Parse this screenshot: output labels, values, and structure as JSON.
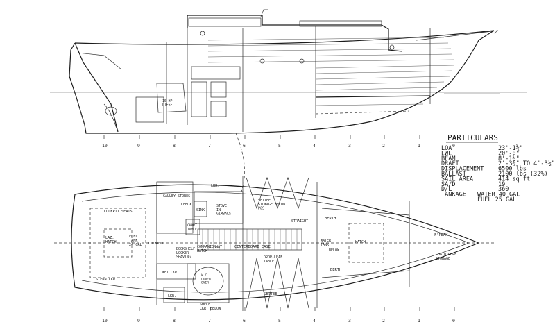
{
  "particulars": {
    "title": "PARTICULARS",
    "rows": [
      {
        "label": "LOA",
        "value": "23'-1½\""
      },
      {
        "label": "LWL",
        "value": "20'-0\""
      },
      {
        "label": "BEAM",
        "value": "8'-1½\""
      },
      {
        "label": "DRAFT",
        "value": "2'-3¾\" TO 4'-3½\""
      },
      {
        "label": "DISPLACEMENT",
        "value": "6500 lbs"
      },
      {
        "label": "BALLAST",
        "value": "2100 lbs (32%)"
      },
      {
        "label": "SAIL AREA",
        "value": "414 sq ft"
      },
      {
        "label": "SA/D",
        "value": "19"
      },
      {
        "label": "D/L",
        "value": "360"
      },
      {
        "label": "TANKAGE",
        "value": "WATER 40 GAL"
      },
      {
        "label": "",
        "value": "FUEL 25 GAL"
      }
    ]
  },
  "profile_labels": {
    "engine": "10 HP\nDIESEL"
  },
  "plan_labels": {
    "cockpit_seats": "COCKPIT SEATS",
    "lazarette_hatch": "LAZ.\nHATCH",
    "fuel_tank": "FUEL\nTANK\n24 GAL",
    "cockpit": "COCKPIT",
    "stern_lkr": "STERN LKR.",
    "galley_stores": "GALLEY STORES",
    "icebox": "ICEBOX",
    "lkr_top": "LKR.",
    "sink": "SINK",
    "stove": "STOVE\nIN\nGIMBALS",
    "settee_top": "SETTEE\nSTOWAGE BELOW\nP&S",
    "bookshelf": "BOOKSHELF\nLOCKER\nSHAVING",
    "chart_table": "CHART\nTABLE",
    "companionway": "COMPANIONWAY\nHATCH",
    "centerboard": "CENTERBOARD CASE",
    "drop_leaf": "DROP-LEAF\nTABLE",
    "straight": "STRAIGHT",
    "berth_top": "BERTH",
    "water_tank": "WATER\nTANK",
    "below": "BELOW",
    "berth_bottom": "BERTH",
    "hatch": "HATCH",
    "fwd_peak": "F'PEAK",
    "chain_stowage": "CHAIN/ROPE\nSTOWAGE",
    "wet_lkr": "WET LKR.",
    "wc": "W.C.\nCOVER\nOVER",
    "lkr_bottom": "LKR.",
    "shelf": "SHELF\nLKR. BELOW",
    "settee_bottom": "SETTEE"
  },
  "stations": [
    "10",
    "9",
    "8",
    "7",
    "6",
    "5",
    "4",
    "3",
    "2",
    "1",
    "0"
  ]
}
